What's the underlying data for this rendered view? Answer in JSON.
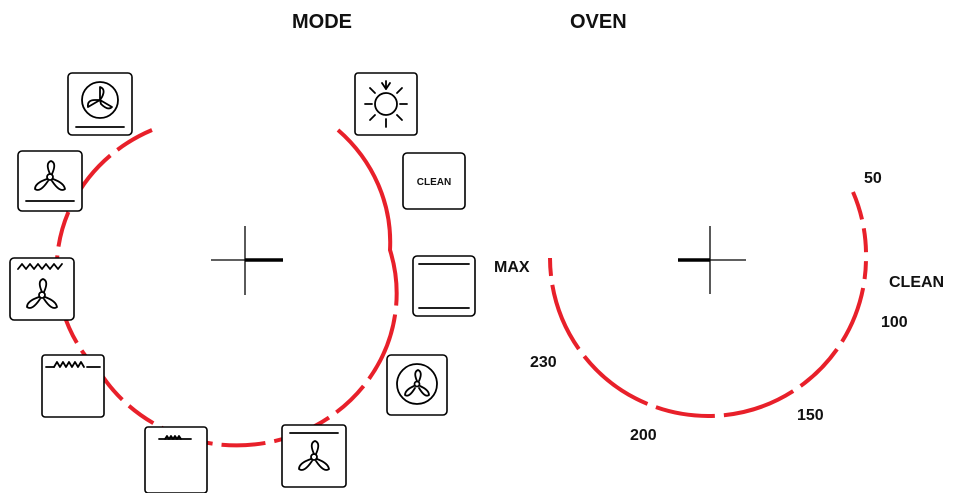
{
  "mode_knob": {
    "title": "MODE",
    "icons": [
      {
        "name": "convection-fan-icon"
      },
      {
        "name": "fan-bottom-heat-icon"
      },
      {
        "name": "grill-fan-icon"
      },
      {
        "name": "grill-icon"
      },
      {
        "name": "small-grill-icon"
      },
      {
        "name": "fan-bottom-icon"
      },
      {
        "name": "fan-circle-icon"
      },
      {
        "name": "empty-oven-icon"
      },
      {
        "name": "clean-icon",
        "label": "CLEAN"
      },
      {
        "name": "defrost-icon"
      }
    ]
  },
  "oven_knob": {
    "title": "OVEN",
    "scale_labels": [
      "MAX",
      "230",
      "200",
      "150",
      "100",
      "CLEAN",
      "50"
    ]
  },
  "colors": {
    "arc": "#e8202a",
    "ink": "#000000"
  }
}
